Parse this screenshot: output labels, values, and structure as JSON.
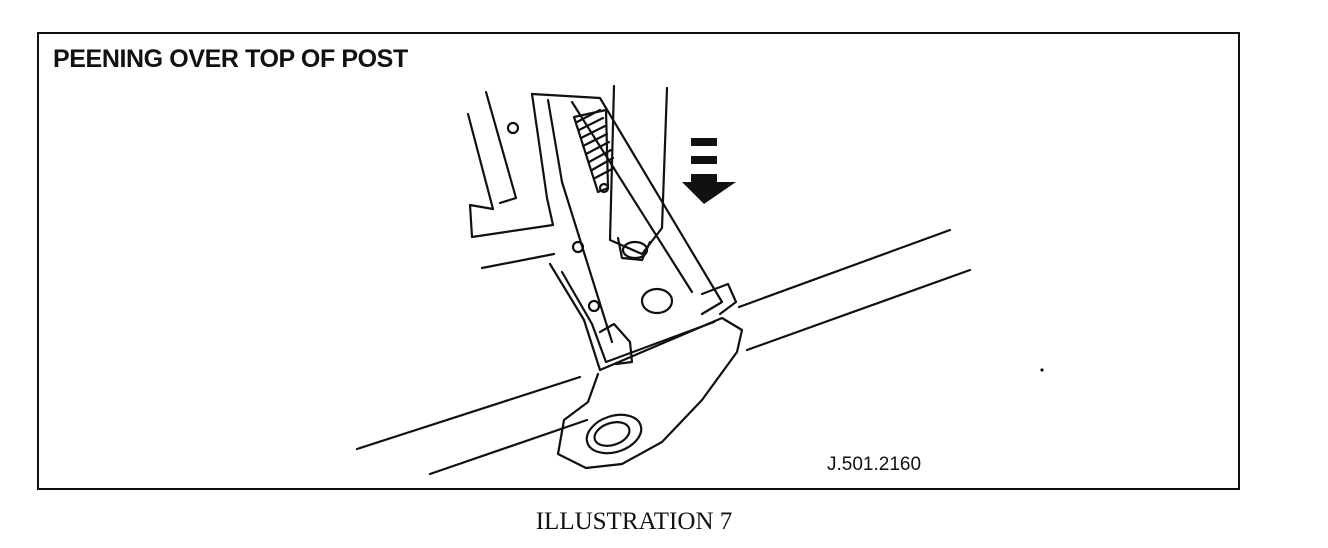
{
  "illustration": {
    "heading": "PEENING OVER TOP OF POST",
    "reference_code": "J.501.2160",
    "caption": "ILLUSTRATION 7"
  },
  "colors": {
    "ink": "#111111",
    "paper": "#ffffff"
  },
  "icons": {
    "direction": "arrow-down-icon"
  }
}
